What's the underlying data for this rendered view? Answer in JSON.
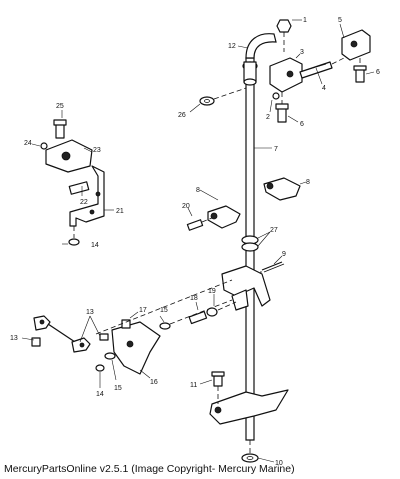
{
  "callouts": [
    {
      "id": "c1",
      "label": "1"
    },
    {
      "id": "c2",
      "label": "2"
    },
    {
      "id": "c3",
      "label": "3"
    },
    {
      "id": "c4",
      "label": "4"
    },
    {
      "id": "c5",
      "label": "5"
    },
    {
      "id": "c6a",
      "label": "6"
    },
    {
      "id": "c6b",
      "label": "6"
    },
    {
      "id": "c7",
      "label": "7"
    },
    {
      "id": "c8a",
      "label": "8"
    },
    {
      "id": "c8b",
      "label": "8"
    },
    {
      "id": "c9",
      "label": "9"
    },
    {
      "id": "c10",
      "label": "10"
    },
    {
      "id": "c11",
      "label": "11"
    },
    {
      "id": "c12",
      "label": "12"
    },
    {
      "id": "c13a",
      "label": "13"
    },
    {
      "id": "c13b",
      "label": "13"
    },
    {
      "id": "c14a",
      "label": "14"
    },
    {
      "id": "c14b",
      "label": "14"
    },
    {
      "id": "c15a",
      "label": "15"
    },
    {
      "id": "c15b",
      "label": "15"
    },
    {
      "id": "c16",
      "label": "16"
    },
    {
      "id": "c17",
      "label": "17"
    },
    {
      "id": "c18",
      "label": "18"
    },
    {
      "id": "c19",
      "label": "19"
    },
    {
      "id": "c20",
      "label": "20"
    },
    {
      "id": "c21",
      "label": "21"
    },
    {
      "id": "c22",
      "label": "22"
    },
    {
      "id": "c23",
      "label": "23"
    },
    {
      "id": "c24",
      "label": "24"
    },
    {
      "id": "c25",
      "label": "25"
    },
    {
      "id": "c26",
      "label": "26"
    },
    {
      "id": "c27",
      "label": "27"
    }
  ],
  "footer": "MercuryPartsOnline v2.5.1 (Image Copyright- Mercury Marine)"
}
